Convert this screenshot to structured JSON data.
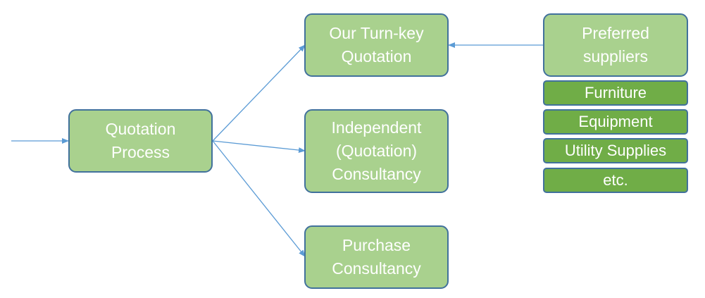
{
  "diagram": {
    "colors": {
      "box_fill": "#a9d18e",
      "sub_box_fill": "#70ad47",
      "border": "#41719c",
      "arrow": "#5b9bd5",
      "text": "#ffffff"
    },
    "nodes": {
      "quotation_process": "Quotation\nProcess",
      "turnkey_quotation": "Our Turn-key\nQuotation",
      "independent_consultancy": "Independent\n(Quotation)\nConsultancy",
      "purchase_consultancy": "Purchase\nConsultancy",
      "preferred_suppliers": "Preferred\nsuppliers"
    },
    "supplier_categories": [
      "Furniture",
      "Equipment",
      "Utility Supplies",
      "etc."
    ],
    "edges": [
      {
        "from": "external-input",
        "to": "quotation_process"
      },
      {
        "from": "quotation_process",
        "to": "turnkey_quotation"
      },
      {
        "from": "quotation_process",
        "to": "independent_consultancy"
      },
      {
        "from": "quotation_process",
        "to": "purchase_consultancy"
      },
      {
        "from": "preferred_suppliers",
        "to": "turnkey_quotation"
      }
    ]
  }
}
